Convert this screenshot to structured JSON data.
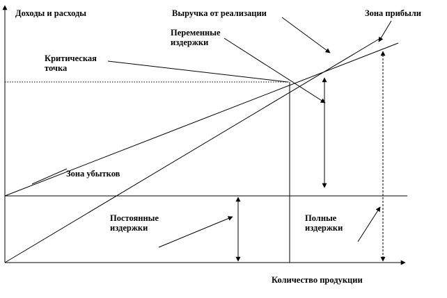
{
  "diagram": {
    "y_axis_label": "Доходы и расходы",
    "x_axis_label": "Количество продукции",
    "labels": {
      "revenue": "Выручка от реализации",
      "profit_zone": "Зона прибыли",
      "variable_costs": "Переменные издержки",
      "critical_point": "Критическая точка",
      "loss_zone": "Зона убытков",
      "fixed_costs": "Постоянные издержки",
      "total_costs": "Полные издержки"
    }
  }
}
